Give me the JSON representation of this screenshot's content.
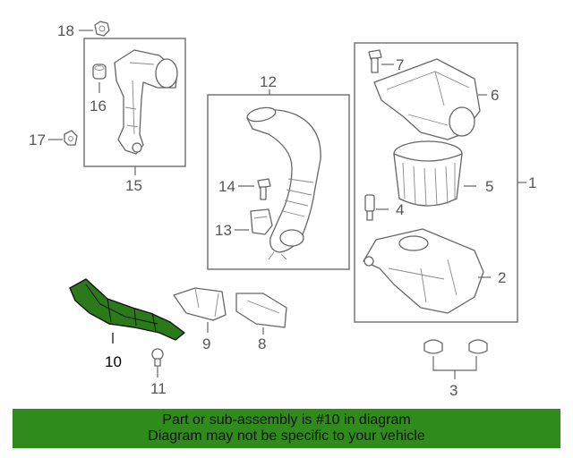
{
  "callouts": {
    "c1": "1",
    "c2": "2",
    "c3": "3",
    "c4": "4",
    "c5": "5",
    "c6": "6",
    "c7": "7",
    "c8": "8",
    "c9": "9",
    "c10": "10",
    "c11": "11",
    "c12": "12",
    "c13": "13",
    "c14": "14",
    "c15": "15",
    "c16": "16",
    "c17": "17",
    "c18": "18"
  },
  "highlighted_part": "10",
  "colors": {
    "highlight": "#2a7a1a",
    "banner": "#2e8b1c"
  },
  "banner": {
    "line1": "Part or sub-assembly is #10 in diagram",
    "line2": "Diagram may not be specific to your vehicle"
  }
}
